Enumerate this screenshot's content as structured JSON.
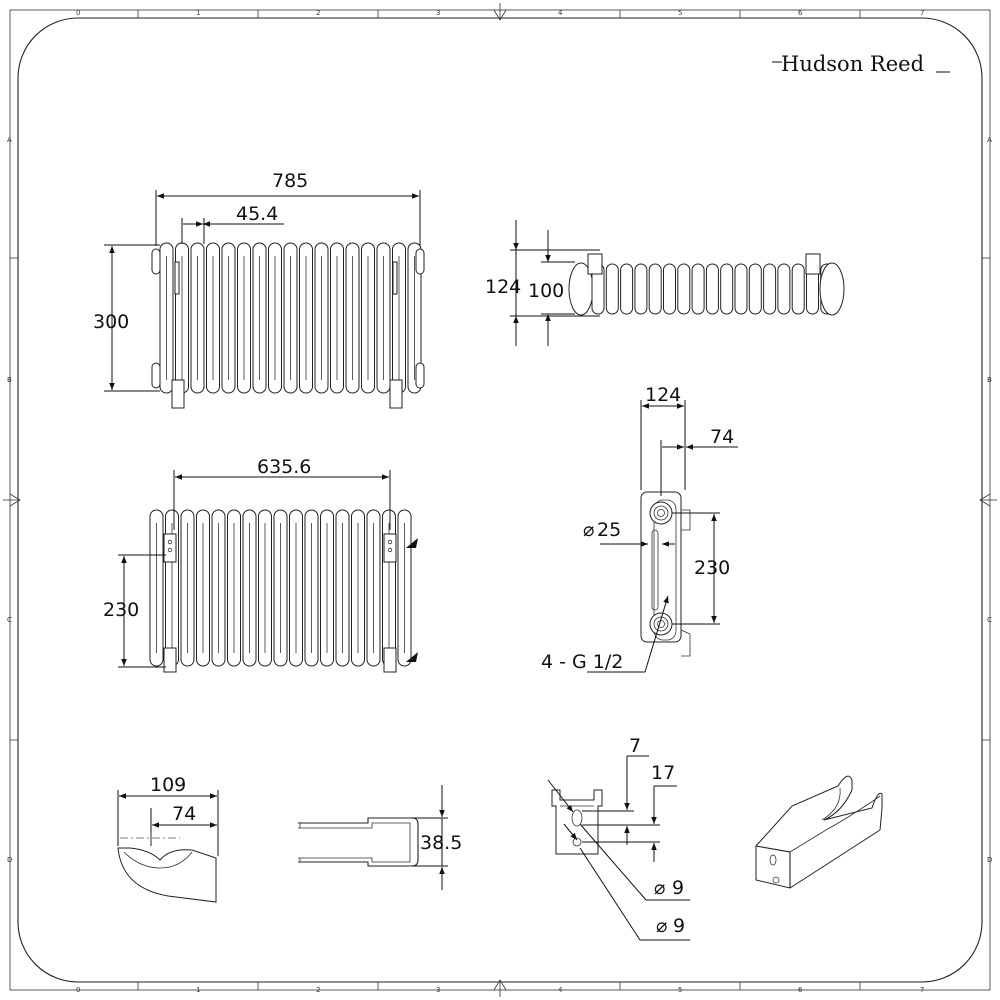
{
  "brand": {
    "logo_text": "Hudson Reed"
  },
  "frame": {
    "columns": [
      "0",
      "1",
      "2",
      "3",
      "4",
      "5",
      "6",
      "7"
    ],
    "rows": [
      "A",
      "B",
      "C",
      "D"
    ]
  },
  "dimensions": {
    "front_width": "785",
    "column_pitch": "45.4",
    "front_height": "300",
    "side_depth": "124",
    "side_column_depth": "100",
    "rear_centres": "635.6",
    "rear_pipe_centres": "230",
    "end_depth": "124",
    "end_offset": "74",
    "end_centres": "230",
    "end_port_dia": "25",
    "connections": "4  -  G 1/2",
    "bracket_width": "109",
    "bracket_offset": "74",
    "bracket_height": "38.5",
    "slot_width": "7",
    "slot_pitch": "17",
    "hole_a": "9",
    "hole_b": "9"
  }
}
